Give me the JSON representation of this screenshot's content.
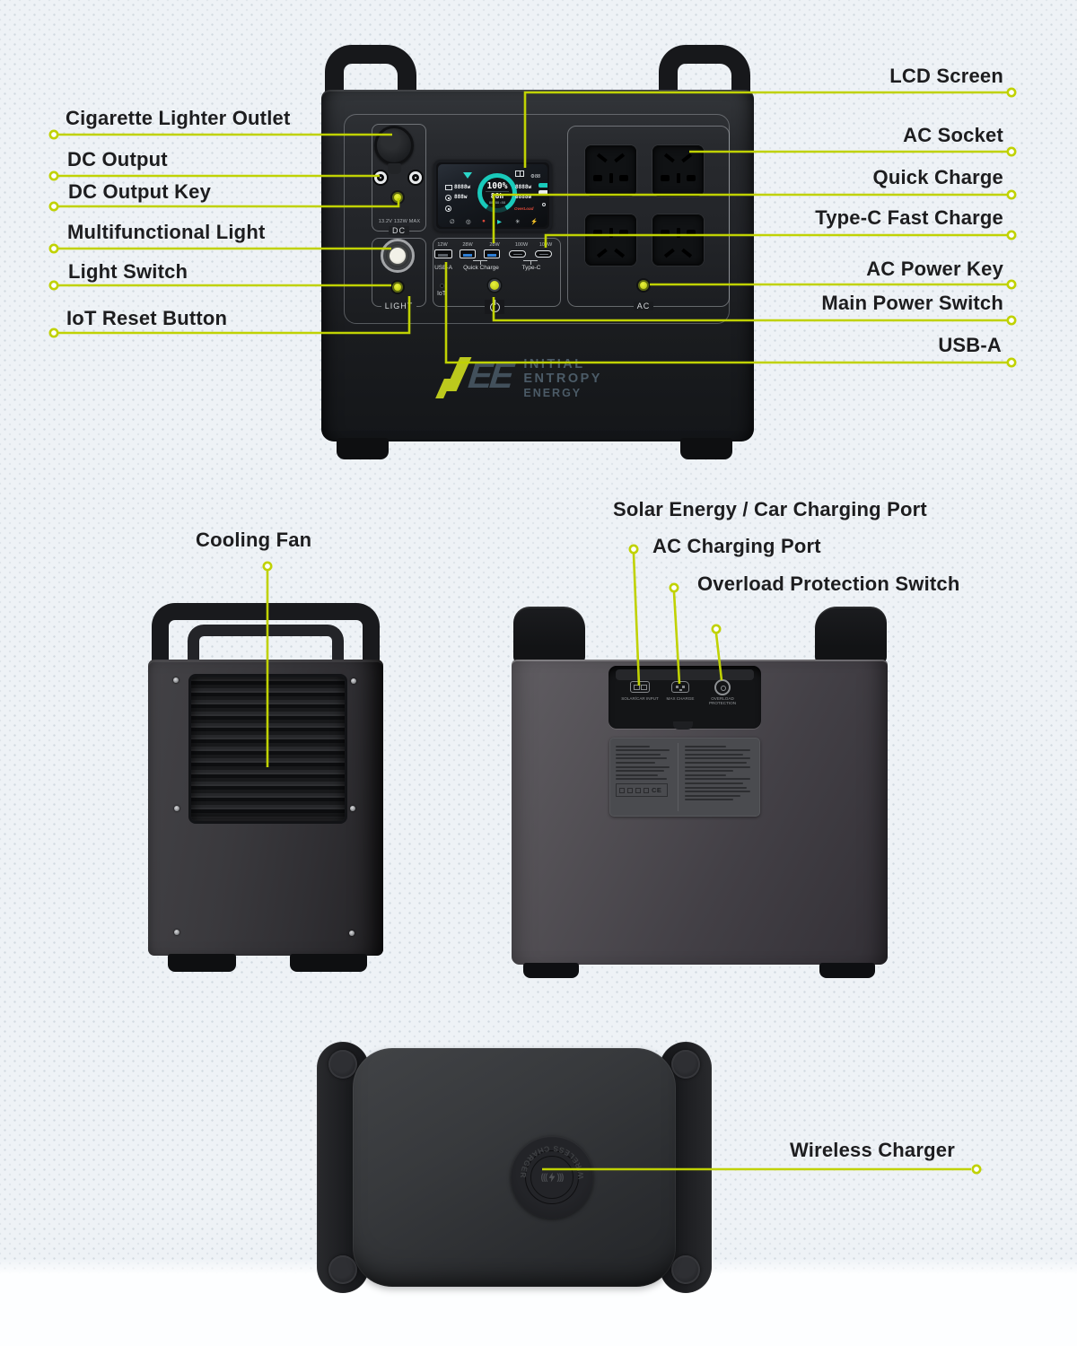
{
  "colors": {
    "accent": "#c0d203",
    "label_text": "#1d1d1f",
    "background": "#eef2f6"
  },
  "callouts": {
    "left": [
      {
        "label": "Cigarette Lighter Outlet"
      },
      {
        "label": "DC Output"
      },
      {
        "label": "DC Output Key"
      },
      {
        "label": "Multifunctional Light"
      },
      {
        "label": "Light Switch"
      },
      {
        "label": "IoT Reset Button"
      }
    ],
    "right": [
      {
        "label": "LCD Screen"
      },
      {
        "label": "AC Socket"
      },
      {
        "label": "Quick Charge"
      },
      {
        "label": "Type-C Fast Charge"
      },
      {
        "label": "AC Power Key"
      },
      {
        "label": "Main Power Switch"
      },
      {
        "label": "USB-A"
      }
    ],
    "middle": [
      {
        "label": "Cooling Fan"
      },
      {
        "label": "Solar Energy / Car Charging Port"
      },
      {
        "label": "AC Charging Port"
      },
      {
        "label": "Overload Protection Switch"
      }
    ],
    "bottom": [
      {
        "label": "Wireless Charger"
      }
    ]
  },
  "front_panel": {
    "dc": {
      "spec": "13.2V 132W MAX",
      "label": "DC"
    },
    "light": {
      "label": "LIGHT"
    },
    "usb": {
      "watts": [
        "12W",
        "28W",
        "28W",
        "100W",
        "100W"
      ],
      "usb_a_label": "USB-A",
      "quick_charge_label": "Quick Charge",
      "type_c_label": "Type-C",
      "iot_label": "IoT"
    },
    "ac": {
      "label": "AC"
    },
    "lcd": {
      "battery_percent": "100%",
      "remaining": "88h",
      "timer": "88:88:88",
      "input_power": "8888w",
      "input_sub": "888w",
      "output_power": "8888w",
      "output_sub": "8888w",
      "alert": "OverLoad",
      "status_text": "88"
    }
  },
  "logo": {
    "mark": "EE",
    "lines": [
      "INITIAL",
      "ENTROPY",
      "ENERGY"
    ]
  },
  "back_panel": {
    "port_labels": [
      "SOLAR/CAR INPUT",
      "MAX CHARGE",
      "OVERLOAD PROTECTION"
    ],
    "cert": "CE"
  },
  "wireless_pad": {
    "ring_text": "WIRELESS CHARGER"
  }
}
